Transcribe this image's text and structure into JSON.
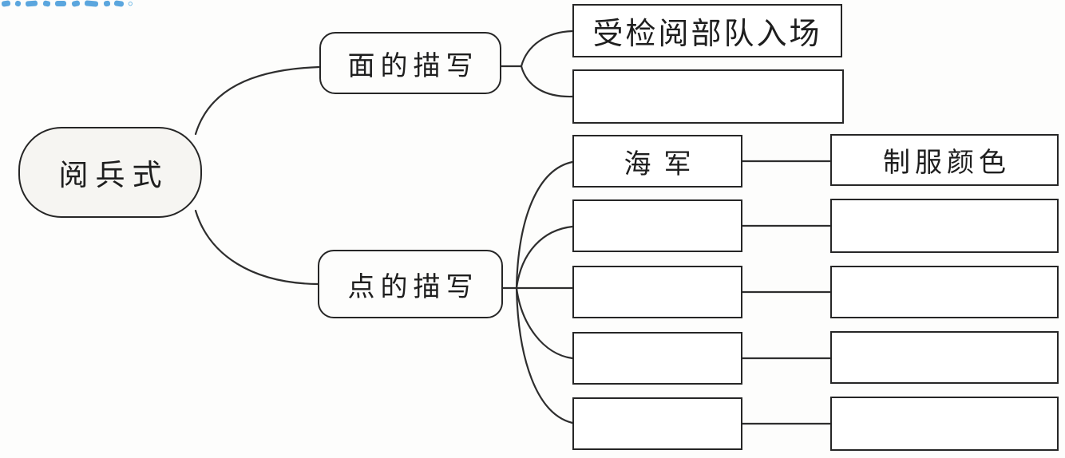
{
  "annotation": {
    "trailing_mark": "。",
    "ink_color": "#3e96d8"
  },
  "root": {
    "label": "阅兵式"
  },
  "branches": [
    {
      "label": "面的描写",
      "children": [
        {
          "label": "受检阅部队入场"
        },
        {
          "label": ""
        }
      ]
    },
    {
      "label": "点的描写",
      "children": [
        {
          "label": "海军",
          "detail": "制服颜色"
        },
        {
          "label": "",
          "detail": ""
        },
        {
          "label": "",
          "detail": ""
        },
        {
          "label": "",
          "detail": ""
        },
        {
          "label": "",
          "detail": ""
        }
      ]
    }
  ],
  "colors": {
    "line": "#2e2e2e",
    "border": "#262626",
    "root_fill": "#f6f5f2",
    "box_fill": "#ffffff",
    "text": "#1e1e1e"
  }
}
